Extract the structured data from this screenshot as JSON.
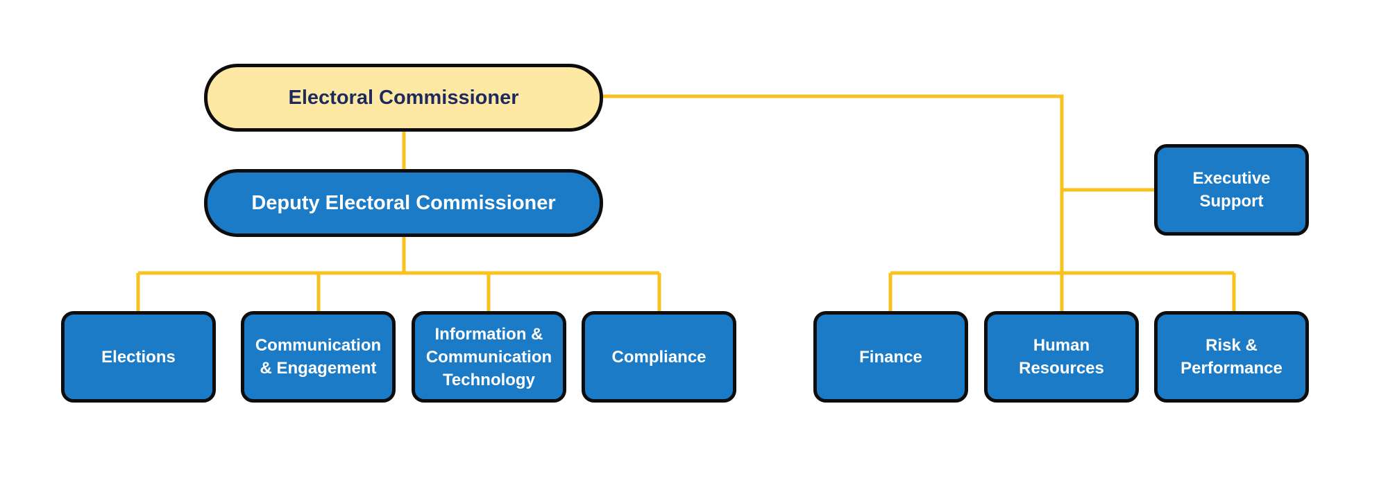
{
  "colors": {
    "connector": "#f6c21b",
    "box_fill": "#1b7bc7",
    "top_fill": "#fde9a4",
    "border": "#0d0d0d",
    "top_text": "#1f2a5c",
    "box_text": "#ffffff"
  },
  "org": {
    "commissioner": "Electoral Commissioner",
    "deputy": "Deputy Electoral Commissioner",
    "executive_support": "Executive\nSupport",
    "deputy_units": [
      "Elections",
      "Communication\n& Engagement",
      "Information &\nCommunication\nTechnology",
      "Compliance"
    ],
    "commissioner_units": [
      "Finance",
      "Human\nResources",
      "Risk &\nPerformance"
    ]
  }
}
